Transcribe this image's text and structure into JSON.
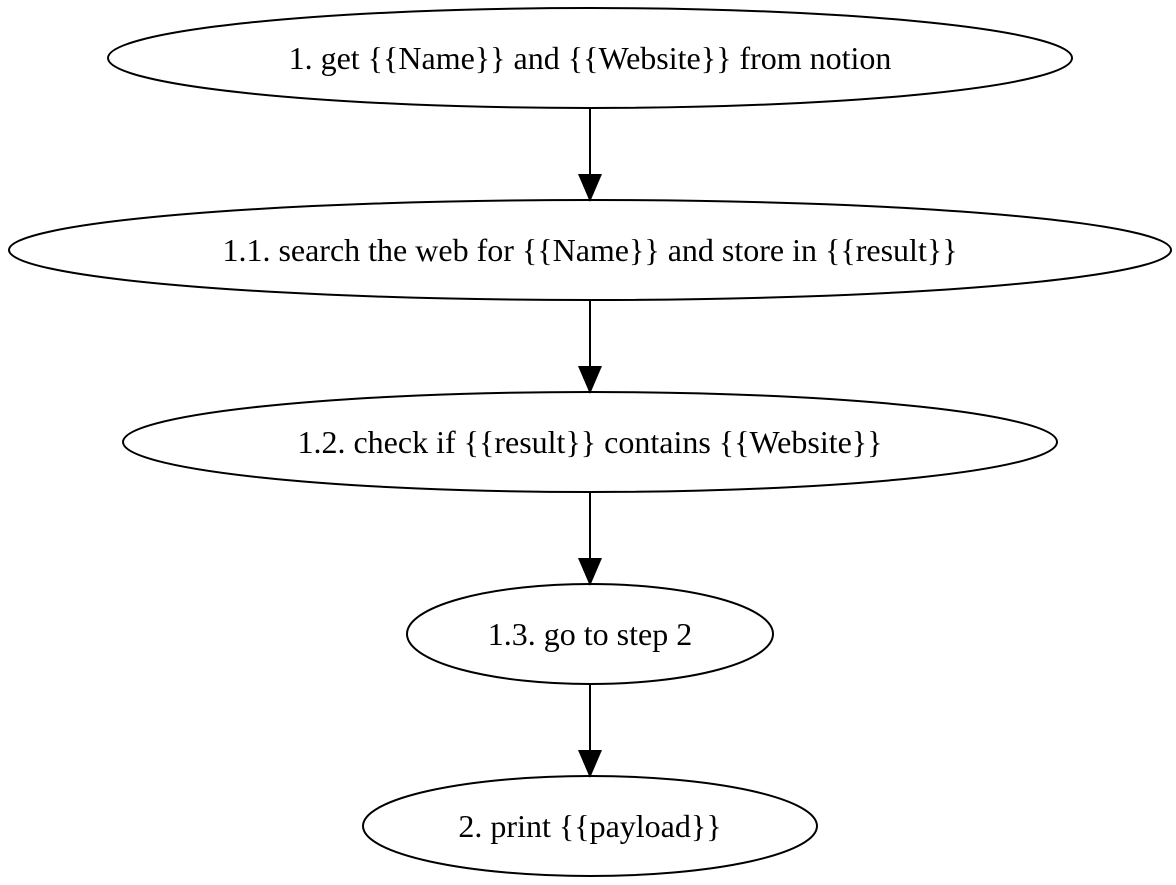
{
  "nodes": [
    {
      "id": "n1",
      "label": "1. get {{Name}} and {{Website}} from notion"
    },
    {
      "id": "n2",
      "label": "1.1. search the web for {{Name}} and store in {{result}}"
    },
    {
      "id": "n3",
      "label": "1.2. check if {{result}} contains {{Website}}"
    },
    {
      "id": "n4",
      "label": "1.3. go to step 2"
    },
    {
      "id": "n5",
      "label": "2. print {{payload}}"
    }
  ],
  "edges": [
    {
      "from": "n1",
      "to": "n2"
    },
    {
      "from": "n2",
      "to": "n3"
    },
    {
      "from": "n3",
      "to": "n4"
    },
    {
      "from": "n4",
      "to": "n5"
    }
  ]
}
